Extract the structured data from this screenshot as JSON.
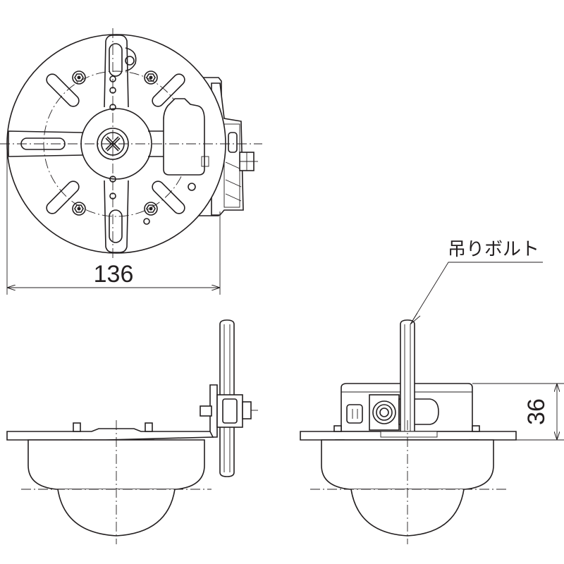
{
  "dimensions": {
    "width_label": "136",
    "height_label": "36"
  },
  "labels": {
    "hanging_bolt": "吊りボルト"
  },
  "colors": {
    "line": "#231f20",
    "background": "#ffffff"
  }
}
